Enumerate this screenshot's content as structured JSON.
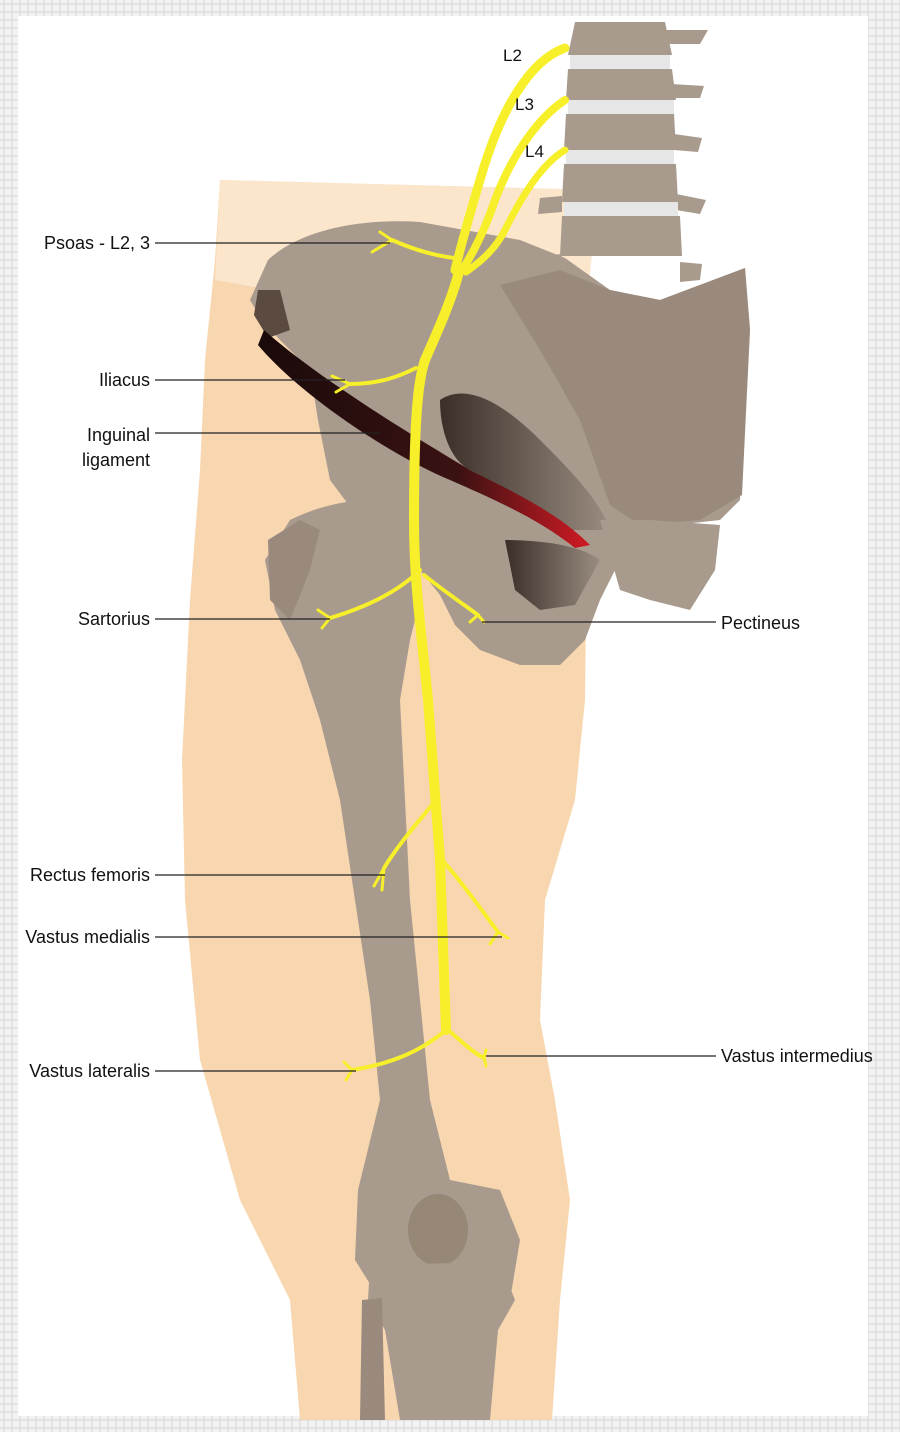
{
  "colors": {
    "skin": "#f8d7b0",
    "skin_light": "#fbe8d2",
    "bone": "#a89a8d",
    "bone_dark": "#8d7f72",
    "bone_shadow": "#5a4a40",
    "nerve": "#f7ef2a",
    "ligament_dark": "#2a1010",
    "ligament_red": "#d01a24",
    "disc": "#e6e6e6",
    "leader": "#222222",
    "frame": "#e4e4e4"
  },
  "vertebral_levels": [
    "L2",
    "L3",
    "L4"
  ],
  "left_labels": {
    "psoas": "Psoas - L2, 3",
    "iliacus": "Iliacus",
    "inguinal_line1": "Inguinal",
    "inguinal_line2": "ligament",
    "sartorius": "Sartorius",
    "rectus_femoris": "Rectus femoris",
    "vastus_medialis": "Vastus medialis",
    "vastus_lateralis": "Vastus lateralis"
  },
  "right_labels": {
    "pectineus": "Pectineus",
    "vastus_intermedius": "Vastus intermedius"
  }
}
